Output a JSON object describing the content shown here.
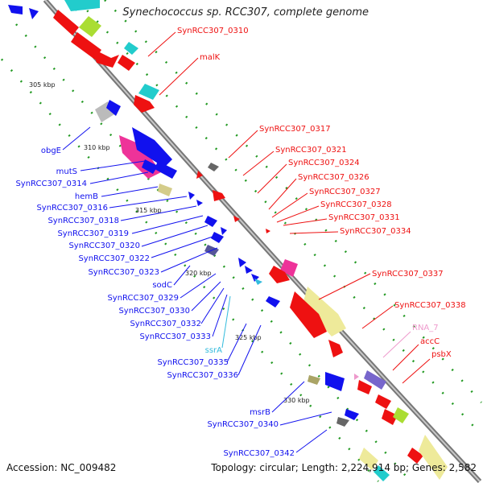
{
  "title": "Synechococcus sp. RCC307, complete genome",
  "accession": "Accession: NC_009482",
  "topology": "Topology: circular; Length: 2,224,914 bp; Genes: 2,582",
  "colors": {
    "forward_red": "#ee1111",
    "reverse_blue": "#1111ee",
    "cyan": "#22cccc",
    "pink": "#ee3399",
    "khaki": "#eeea9a",
    "gray": "#bbbbbb",
    "green_dots": "#229922",
    "backbone": "#888888"
  },
  "kbp_marks": [
    "305 kbp",
    "310 kbp",
    "315 kbp",
    "320 kbp",
    "325 kbp",
    "330 kbp"
  ],
  "right_labels": [
    {
      "text": "SynRCC307_0310",
      "color": "#ee1111"
    },
    {
      "text": "malK",
      "color": "#ee1111"
    },
    {
      "text": "SynRCC307_0317",
      "color": "#ee1111"
    },
    {
      "text": "SynRCC307_0321",
      "color": "#ee1111"
    },
    {
      "text": "SynRCC307_0324",
      "color": "#ee1111"
    },
    {
      "text": "SynRCC307_0326",
      "color": "#ee1111"
    },
    {
      "text": "SynRCC307_0327",
      "color": "#ee1111"
    },
    {
      "text": "SynRCC307_0328",
      "color": "#ee1111"
    },
    {
      "text": "SynRCC307_0331",
      "color": "#ee1111"
    },
    {
      "text": "SynRCC307_0334",
      "color": "#ee1111"
    },
    {
      "text": "SynRCC307_0337",
      "color": "#ee1111"
    },
    {
      "text": "SynRCC307_0338",
      "color": "#ee1111"
    },
    {
      "text": "RNA_7",
      "color": "#ee99cc"
    },
    {
      "text": "accC",
      "color": "#ee1111"
    },
    {
      "text": "psbX",
      "color": "#ee1111"
    }
  ],
  "left_labels": [
    {
      "text": "obgE",
      "color": "#1111ee"
    },
    {
      "text": "mutS",
      "color": "#1111ee"
    },
    {
      "text": "SynRCC307_0314",
      "color": "#1111ee"
    },
    {
      "text": "hemB",
      "color": "#1111ee"
    },
    {
      "text": "SynRCC307_0316",
      "color": "#1111ee"
    },
    {
      "text": "SynRCC307_0318",
      "color": "#1111ee"
    },
    {
      "text": "SynRCC307_0319",
      "color": "#1111ee"
    },
    {
      "text": "SynRCC307_0320",
      "color": "#1111ee"
    },
    {
      "text": "SynRCC307_0322",
      "color": "#1111ee"
    },
    {
      "text": "SynRCC307_0323",
      "color": "#1111ee"
    },
    {
      "text": "sodC",
      "color": "#1111ee"
    },
    {
      "text": "SynRCC307_0329",
      "color": "#1111ee"
    },
    {
      "text": "SynRCC307_0330",
      "color": "#1111ee"
    },
    {
      "text": "SynRCC307_0332",
      "color": "#1111ee"
    },
    {
      "text": "SynRCC307_0333",
      "color": "#1111ee"
    },
    {
      "text": "ssrA",
      "color": "#33bbdd"
    },
    {
      "text": "SynRCC307_0335",
      "color": "#1111ee"
    },
    {
      "text": "SynRCC307_0336",
      "color": "#1111ee"
    },
    {
      "text": "msrB",
      "color": "#1111ee"
    },
    {
      "text": "SynRCC307_0340",
      "color": "#1111ee"
    },
    {
      "text": "SynRCC307_0342",
      "color": "#1111ee"
    }
  ]
}
